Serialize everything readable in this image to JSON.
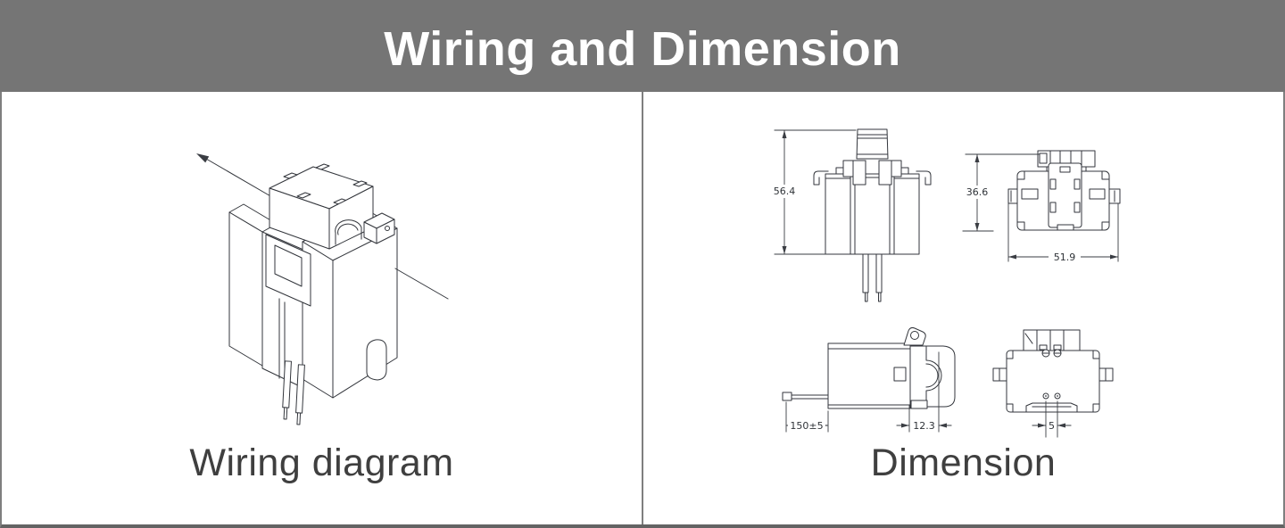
{
  "header": {
    "title": "Wiring and Dimension"
  },
  "panels": {
    "wiring": {
      "caption": "Wiring diagram"
    },
    "dimension": {
      "caption": "Dimension"
    }
  },
  "dimension_labels": {
    "front_height": "56.4",
    "top_height": "36.6",
    "top_width": "51.9",
    "cable_length": "150±5",
    "clamp_depth": "12.3",
    "hole_spacing": "5"
  },
  "colors": {
    "header_bg": "#757575",
    "header_text": "#ffffff",
    "panel_border": "#7f7f7f",
    "bottom_border": "#636363",
    "line_art": "#33363c",
    "caption_text": "#3f3f3f"
  }
}
